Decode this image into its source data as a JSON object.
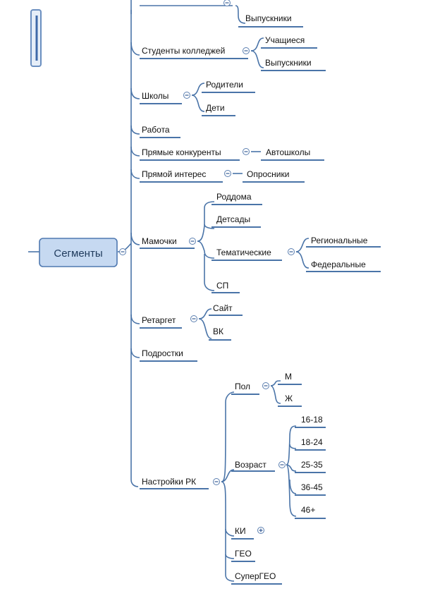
{
  "mindmap": {
    "root": "Сегменты",
    "branches": [
      {
        "key": "stud_top",
        "label": "",
        "children": [
          "Выпускники"
        ]
      },
      {
        "key": "college",
        "label": "Студенты колледжей",
        "children": [
          "Учащиеся",
          "Выпускники"
        ]
      },
      {
        "key": "schools",
        "label": "Школы",
        "children": [
          "Родители",
          "Дети"
        ]
      },
      {
        "key": "work",
        "label": "Работа"
      },
      {
        "key": "competitors",
        "label": "Прямые конкуренты",
        "children": [
          "Автошколы"
        ]
      },
      {
        "key": "interest",
        "label": "Прямой интерес",
        "children": [
          "Опросники"
        ]
      },
      {
        "key": "moms",
        "label": "Мамочки",
        "children": [
          "Роддома",
          "Детсады",
          "Тематические",
          "СП"
        ],
        "sub": [
          "Региональные",
          "Федеральные"
        ]
      },
      {
        "key": "retarget",
        "label": "Ретаргет",
        "children": [
          "Сайт",
          "ВК"
        ]
      },
      {
        "key": "teens",
        "label": "Подростки"
      },
      {
        "key": "rk",
        "label": "Настройки РК",
        "children": [
          "Пол",
          "Возраст",
          "КИ",
          "ГЕО",
          "СуперГЕО"
        ],
        "gender": [
          "М",
          "Ж"
        ],
        "ages": [
          "16-18",
          "18-24",
          "25-35",
          "36-45",
          "46+"
        ]
      }
    ]
  }
}
